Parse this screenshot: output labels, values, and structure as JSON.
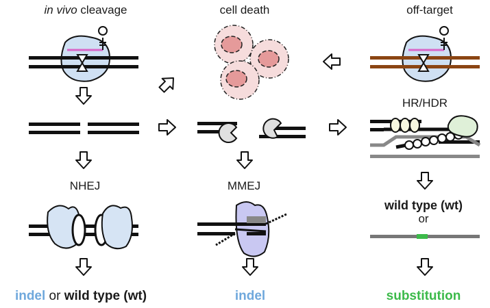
{
  "labels": {
    "in_vivo_italic": "in vivo",
    "in_vivo_rest": "cleavage",
    "cell_death": "cell death",
    "off_target": "off-target",
    "hr_hdr": "HR/HDR",
    "nhej": "NHEJ",
    "mmej": "MMEJ",
    "wild_type_wt": "wild type (wt)",
    "or_small": "or"
  },
  "footer": {
    "left_indel": "indel",
    "left_or": " or ",
    "left_wt": "wild type (wt)",
    "middle_indel": "indel",
    "right_substitution": "substitution"
  },
  "colors": {
    "indel_blue": "#6fa8dc",
    "substitution_green": "#3cba4a",
    "dna_black": "#111111",
    "off_target_brown": "#8b4513",
    "guide_pink": "#d966c8",
    "protein_blue": "#cfe0f3",
    "cell_red": "#e59a9a",
    "mmej_purple": "#c9c8f2"
  }
}
